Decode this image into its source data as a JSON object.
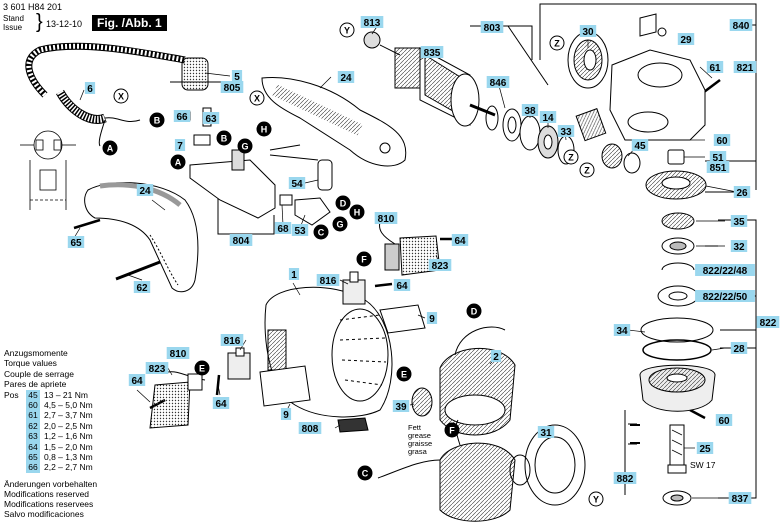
{
  "header": {
    "part_number": "3 601 H84 201",
    "stand_label": "Stand",
    "issue_label": "Issue",
    "date": "13-12-10",
    "figure": "Fig. /Abb. 1"
  },
  "callouts": [
    {
      "id": "c813",
      "text": "813"
    },
    {
      "id": "c803",
      "text": "803"
    },
    {
      "id": "c835",
      "text": "835"
    },
    {
      "id": "c30",
      "text": "30"
    },
    {
      "id": "c840",
      "text": "840"
    },
    {
      "id": "c29",
      "text": "29"
    },
    {
      "id": "c821",
      "text": "821"
    },
    {
      "id": "c61",
      "text": "61"
    },
    {
      "id": "c846",
      "text": "846"
    },
    {
      "id": "c38",
      "text": "38"
    },
    {
      "id": "c14",
      "text": "14"
    },
    {
      "id": "c33",
      "text": "33"
    },
    {
      "id": "c45",
      "text": "45"
    },
    {
      "id": "c60a",
      "text": "60"
    },
    {
      "id": "c51",
      "text": "51"
    },
    {
      "id": "c851",
      "text": "851"
    },
    {
      "id": "c26",
      "text": "26"
    },
    {
      "id": "c35",
      "text": "35"
    },
    {
      "id": "c32",
      "text": "32"
    },
    {
      "id": "c822_48",
      "text": "822/22/48"
    },
    {
      "id": "c822_50",
      "text": "822/22/50"
    },
    {
      "id": "c822",
      "text": "822"
    },
    {
      "id": "c34",
      "text": "34"
    },
    {
      "id": "c28",
      "text": "28"
    },
    {
      "id": "c60b",
      "text": "60"
    },
    {
      "id": "c25",
      "text": "25"
    },
    {
      "id": "c882",
      "text": "882"
    },
    {
      "id": "c837",
      "text": "837"
    },
    {
      "id": "c5",
      "text": "5"
    },
    {
      "id": "c805",
      "text": "805"
    },
    {
      "id": "c6",
      "text": "6"
    },
    {
      "id": "c24a",
      "text": "24"
    },
    {
      "id": "c66a",
      "text": "66"
    },
    {
      "id": "c63",
      "text": "63"
    },
    {
      "id": "c7",
      "text": "7"
    },
    {
      "id": "c24b",
      "text": "24"
    },
    {
      "id": "c65",
      "text": "65"
    },
    {
      "id": "c62",
      "text": "62"
    },
    {
      "id": "c54",
      "text": "54"
    },
    {
      "id": "c804",
      "text": "804"
    },
    {
      "id": "c68",
      "text": "68"
    },
    {
      "id": "c53",
      "text": "53"
    },
    {
      "id": "c810a",
      "text": "810"
    },
    {
      "id": "c64a",
      "text": "64"
    },
    {
      "id": "c823a",
      "text": "823"
    },
    {
      "id": "c816a",
      "text": "816"
    },
    {
      "id": "c64b",
      "text": "64"
    },
    {
      "id": "c1",
      "text": "1"
    },
    {
      "id": "c9a",
      "text": "9"
    },
    {
      "id": "c816b",
      "text": "816"
    },
    {
      "id": "c810b",
      "text": "810"
    },
    {
      "id": "c823b",
      "text": "823"
    },
    {
      "id": "c64c",
      "text": "64"
    },
    {
      "id": "c64d",
      "text": "64"
    },
    {
      "id": "c9b",
      "text": "9"
    },
    {
      "id": "c808",
      "text": "808"
    },
    {
      "id": "c39",
      "text": "39"
    },
    {
      "id": "c2",
      "text": "2"
    },
    {
      "id": "c31",
      "text": "31"
    }
  ],
  "letters": [
    {
      "id": "lY1",
      "text": "Y"
    },
    {
      "id": "lZ1",
      "text": "Z"
    },
    {
      "id": "lZ2",
      "text": "Z"
    },
    {
      "id": "lZ3",
      "text": "Z"
    },
    {
      "id": "lX1",
      "text": "X"
    },
    {
      "id": "lX2",
      "text": "X"
    },
    {
      "id": "lB1",
      "text": "B"
    },
    {
      "id": "lA1",
      "text": "A"
    },
    {
      "id": "lB2",
      "text": "B"
    },
    {
      "id": "lA2",
      "text": "A"
    },
    {
      "id": "lH1",
      "text": "H"
    },
    {
      "id": "lG1",
      "text": "G"
    },
    {
      "id": "lD1",
      "text": "D"
    },
    {
      "id": "lH2",
      "text": "H"
    },
    {
      "id": "lG2",
      "text": "G"
    },
    {
      "id": "lC1",
      "text": "C"
    },
    {
      "id": "lF1",
      "text": "F"
    },
    {
      "id": "lE1",
      "text": "E"
    },
    {
      "id": "lE2",
      "text": "E"
    },
    {
      "id": "lD2",
      "text": "D"
    },
    {
      "id": "lF2",
      "text": "F"
    },
    {
      "id": "lC2",
      "text": "C"
    },
    {
      "id": "lY2",
      "text": "Y"
    }
  ],
  "labels": {
    "fett": [
      "Fett",
      "grease",
      "graisse",
      "grasa"
    ],
    "sw17": "SW 17"
  },
  "torque": {
    "titles": [
      "Anzugsmomente",
      "Torque values",
      "Couple de serrage",
      "Pares de apriete"
    ],
    "pos_label": "Pos",
    "rows": [
      {
        "code": "45",
        "value": "13 – 21 Nm"
      },
      {
        "code": "60",
        "value": "4,5 – 5,0 Nm"
      },
      {
        "code": "61",
        "value": "2,7 – 3,7 Nm"
      },
      {
        "code": "62",
        "value": "2,0 – 2,5 Nm"
      },
      {
        "code": "63",
        "value": "1,2 – 1,6 Nm"
      },
      {
        "code": "64",
        "value": "1,5 – 2,0 Nm"
      },
      {
        "code": "65",
        "value": "0,8 – 1,3 Nm"
      },
      {
        "code": "66",
        "value": "2,2 – 2,7 Nm"
      }
    ]
  },
  "modifications": [
    "Änderungen vorbehalten",
    "Modifications reserved",
    "Modifications reservees",
    "Salvo modificaciones"
  ],
  "colors": {
    "callout_fill": "#9ad7ee",
    "ink": "#000000",
    "part_fill": "#ffffff",
    "shade": "#d0d0d0",
    "dark": "#555555"
  }
}
